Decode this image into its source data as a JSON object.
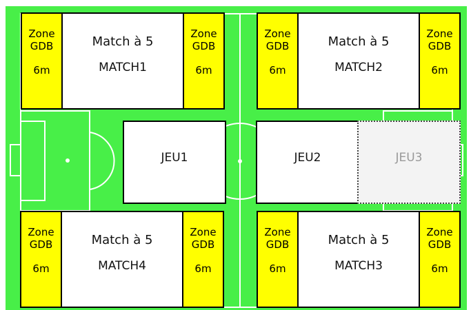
{
  "matches": [
    {
      "id": "m1",
      "title": "Match à 5",
      "name": "MATCH1",
      "zone_left": {
        "line1": "Zone",
        "line2": "GDB",
        "line3": "6m"
      },
      "zone_right": {
        "line1": "Zone",
        "line2": "GDB",
        "line3": "6m"
      }
    },
    {
      "id": "m2",
      "title": "Match à 5",
      "name": "MATCH2",
      "zone_left": {
        "line1": "Zone",
        "line2": "GDB",
        "line3": "6m"
      },
      "zone_right": {
        "line1": "Zone",
        "line2": "GDB",
        "line3": "6m"
      }
    },
    {
      "id": "m4",
      "title": "Match à 5",
      "name": "MATCH4",
      "zone_left": {
        "line1": "Zone",
        "line2": "GDB",
        "line3": "6m"
      },
      "zone_right": {
        "line1": "Zone",
        "line2": "GDB",
        "line3": "6m"
      }
    },
    {
      "id": "m3",
      "title": "Match à 5",
      "name": "MATCH3",
      "zone_left": {
        "line1": "Zone",
        "line2": "GDB",
        "line3": "6m"
      },
      "zone_right": {
        "line1": "Zone",
        "line2": "GDB",
        "line3": "6m"
      }
    }
  ],
  "games": [
    {
      "label": "JEU1"
    },
    {
      "label": "JEU2"
    },
    {
      "label": "JEU3"
    }
  ],
  "colors": {
    "pitch": "#48ef48",
    "zone": "#ffff00",
    "box": "#ffffff",
    "lines": "#ffffff"
  }
}
